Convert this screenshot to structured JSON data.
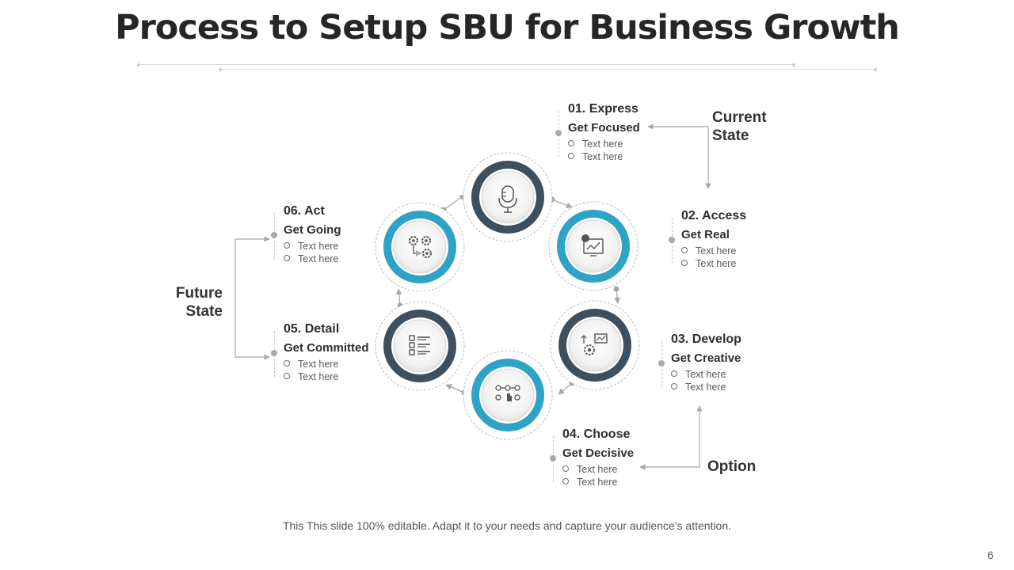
{
  "title": "Process to Setup SBU for Business Growth",
  "steps": [
    {
      "number": "01. Express",
      "subtitle": "Get Focused",
      "bullets": [
        "Text here",
        "Text here"
      ],
      "icon": "microphone-icon",
      "ring": "dark"
    },
    {
      "number": "02. Access",
      "subtitle": "Get Real",
      "bullets": [
        "Text here",
        "Text here"
      ],
      "icon": "analytics-screen-icon",
      "ring": "blue"
    },
    {
      "number": "03. Develop",
      "subtitle": "Get Creative",
      "bullets": [
        "Text here",
        "Text here"
      ],
      "icon": "growth-gear-chart-icon",
      "ring": "dark"
    },
    {
      "number": "04. Choose",
      "subtitle": "Get Decisive",
      "bullets": [
        "Text here",
        "Text here"
      ],
      "icon": "touch-network-icon",
      "ring": "blue"
    },
    {
      "number": "05. Detail",
      "subtitle": "Get Committed",
      "bullets": [
        "Text here",
        "Text here"
      ],
      "icon": "checklist-icon",
      "ring": "dark"
    },
    {
      "number": "06. Act",
      "subtitle": "Get Going",
      "bullets": [
        "Text here",
        "Text here"
      ],
      "icon": "gears-process-icon",
      "ring": "blue"
    }
  ],
  "labels": {
    "current_state": [
      "Current",
      "State"
    ],
    "future_state": [
      "Future",
      "State"
    ],
    "option": "Option"
  },
  "footer": "This This slide 100% editable. Adapt it to your needs and capture your audience’s attention.",
  "page_number": "6",
  "colors": {
    "dark": "#3c5060",
    "blue": "#2fa3c6",
    "arrow": "#a8a8a8",
    "text": "#2d2d2d"
  }
}
